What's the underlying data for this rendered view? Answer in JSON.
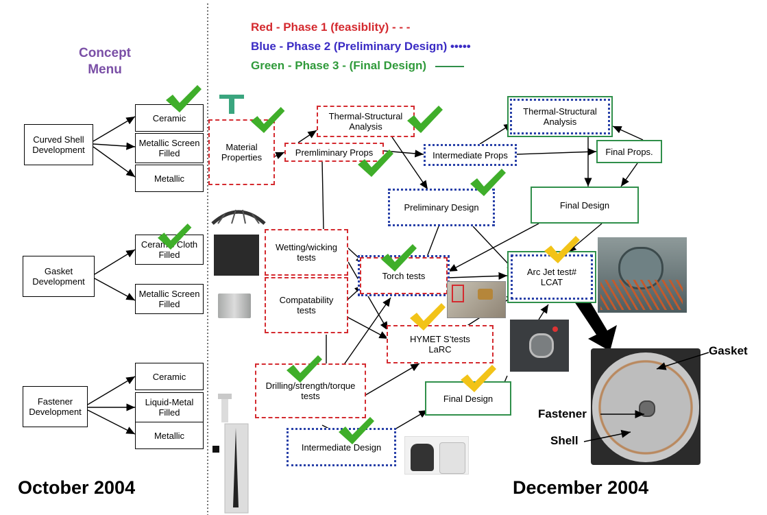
{
  "legend": {
    "phase1": "Red - Phase 1 (feasiblity) - - -",
    "phase2": "Blue - Phase 2 (Preliminary Design) •••••",
    "phase3": "Green - Phase 3 - (Final Design)"
  },
  "concept_menu": "Concept\nMenu",
  "left": {
    "curved_shell": "Curved Shell\nDevelopment",
    "gasket": "Gasket\nDevelopment",
    "fastener": "Fastener\nDevelopment",
    "shell_options": [
      "Ceramic",
      "Metallic Screen\nFilled",
      "Metallic"
    ],
    "gasket_options": [
      "Ceramic Cloth\nFilled",
      "Metallic Screen\nFilled"
    ],
    "fastener_options": [
      "Ceramic",
      "Liquid-Metal\nFilled",
      "Metallic"
    ]
  },
  "nodes": {
    "material_properties": "Material\nProperties",
    "thermal_structural_1": "Thermal-Structural\nAnalysis",
    "premliminary_props": "Premliminary Props",
    "intermediate_props": "Intermediate Props",
    "thermal_structural_2": "Thermal-Structural\nAnalysis",
    "final_props": "Final Props.",
    "preliminary_design": "Preliminary Design",
    "final_design_1": "Final Design",
    "wetting": "Wetting/wicking\ntests",
    "torch": "Torch tests",
    "arc_jet": "Arc Jet test#\nLCAT",
    "compatability": "Compatability\ntests",
    "hymet": "HYMET S’tests\nLaRC",
    "drilling": "Drilling/strength/torque\ntests",
    "final_design_2": "Final Design",
    "intermediate_design": "Intermediate Design"
  },
  "photo_labels": {
    "gasket": "Gasket",
    "fastener": "Fastener",
    "shell": "Shell"
  },
  "dates": {
    "start": "October 2004",
    "end": "December 2004"
  },
  "colors": {
    "phase1": "#d42a2f",
    "phase2": "#2840a8",
    "phase3": "#2f8f4a",
    "check_green": "#3fae2a",
    "check_yellow": "#f2c318",
    "concept_menu": "#7a4fa6"
  }
}
